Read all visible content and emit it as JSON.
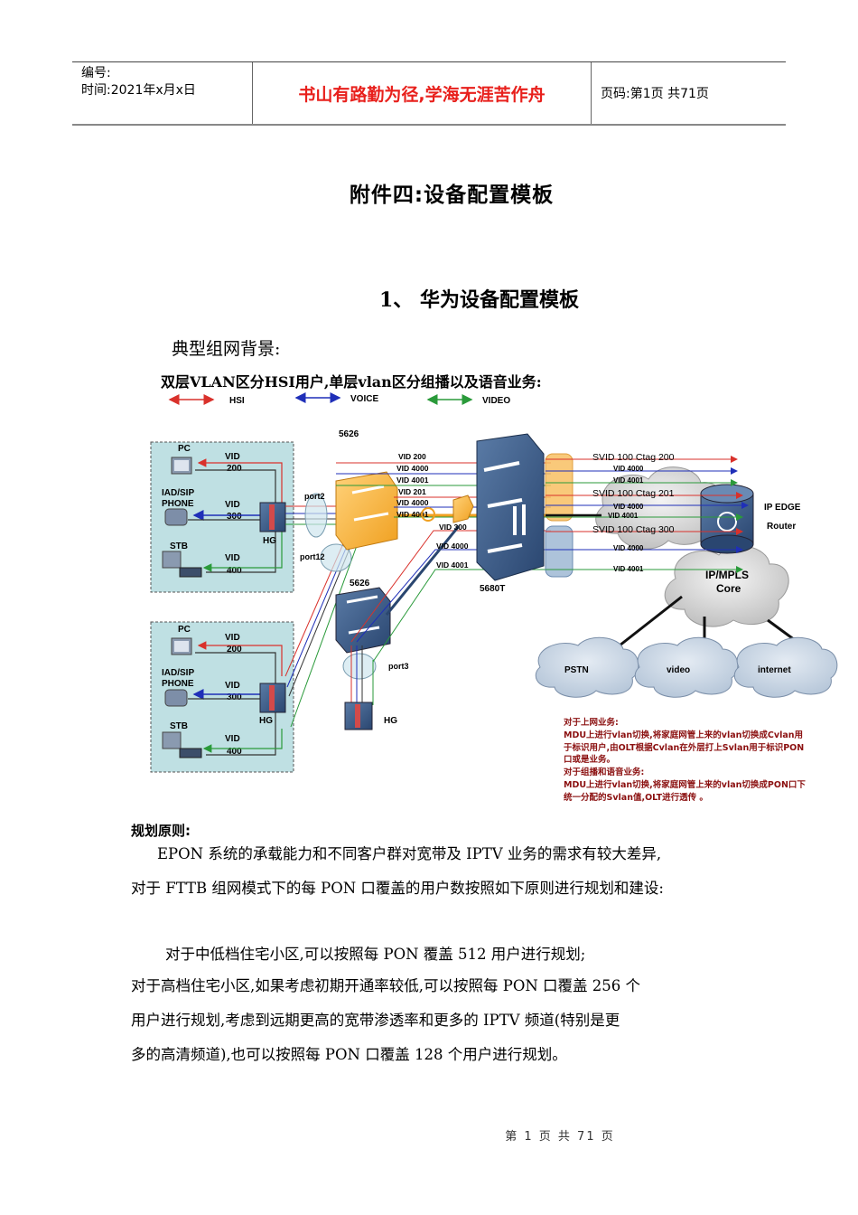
{
  "header": {
    "number_label": "编号:",
    "date_label": "时间:2021年x月x日",
    "motto": "书山有路勤为径,学海无涯苦作舟",
    "page_info": "页码:第1页 共71页"
  },
  "document": {
    "title": "附件四:设备配置模板",
    "section_heading": "1、 华为设备配置模板",
    "background_label": "典型组网背景:",
    "diagram_title": "双层VLAN区分HSI用户,单层vlan区分组播以及语音业务:"
  },
  "diagram": {
    "legend": [
      {
        "label": "HSI",
        "color": "#d9312b"
      },
      {
        "label": "VOICE",
        "color": "#1f2fb8"
      },
      {
        "label": "VIDEO",
        "color": "#2a9a3a"
      }
    ],
    "home_groups": [
      {
        "devices": [
          "PC",
          "IAD/SIP PHONE",
          "STB"
        ],
        "vids": [
          "VID 200",
          "VID 300",
          "VID 400"
        ],
        "gateway": "HG"
      },
      {
        "devices": [
          "PC",
          "IAD/SIP PHONE",
          "STB"
        ],
        "vids": [
          "VID 200",
          "VID 300",
          "VID 400"
        ],
        "gateway": "HG"
      }
    ],
    "switch_top": "5626",
    "switch_bottom": "5626",
    "olt": "5680T",
    "ports": [
      "port2",
      "port12",
      "port3"
    ],
    "hg_bottom": "HG",
    "left_vids_top": [
      "VID 200",
      "VID 4000",
      "VID 4001",
      "VID 201",
      "VID 4000",
      "VID 4001"
    ],
    "left_vids_bottom": [
      "VID 300",
      "VID 4000",
      "VID 4001"
    ],
    "right_flows": [
      {
        "label": "SVID 100 Ctag 200",
        "color": "#d9312b"
      },
      {
        "label": "VID 4000",
        "color": "#1f2fb8"
      },
      {
        "label": "VID 4001",
        "color": "#2a9a3a"
      },
      {
        "label": "SVID 100 Ctag 201",
        "color": "#d9312b"
      },
      {
        "label": "VID 4000",
        "color": "#1f2fb8"
      },
      {
        "label": "VID 4001",
        "color": "#2a9a3a"
      },
      {
        "label": "SVID 100 Ctag 300",
        "color": "#d9312b"
      },
      {
        "label": "VID 4000",
        "color": "#1f2fb8"
      },
      {
        "label": "VID 4001",
        "color": "#2a9a3a"
      }
    ],
    "router_label_1": "IP EDGE",
    "router_label_2": "Router",
    "core_label_1": "IP/MPLS",
    "core_label_2": "Core",
    "clouds": [
      "PSTN",
      "video",
      "internet"
    ],
    "notes": [
      "对于上网业务:",
      "MDU上进行vlan切换,将家庭网管上来的vlan切换成Cvlan用于标识用户,由OLT根据Cvlan在外层打上Svlan用于标识PON口或是业务。",
      "对于组播和语音业务:",
      "MDU上进行vlan切换,将家庭网管上来的vlan切换成PON口下统一分配的Svlan值,OLT进行透传 。"
    ]
  },
  "planning": {
    "heading": "规划原则:",
    "p1_line1": "EPON 系统的承载能力和不同客户群对宽带及 IPTV 业务的需求有较大差异,",
    "p1_line2": "对于 FTTB 组网模式下的每 PON 口覆盖的用户数按照如下原则进行规划和建设:",
    "p2": "对于中低档住宅小区,可以按照每 PON 覆盖 512 用户进行规划;",
    "p3_line1": "对于高档住宅小区,如果考虑初期开通率较低,可以按照每 PON 口覆盖 256 个",
    "p3_line2": "用户进行规划,考虑到远期更高的宽带渗透率和更多的 IPTV 频道(特别是更",
    "p3_line3": "多的高清频道),也可以按照每 PON 口覆盖 128 个用户进行规划。"
  },
  "footer": {
    "page_text": "第 1 页 共 71 页"
  }
}
